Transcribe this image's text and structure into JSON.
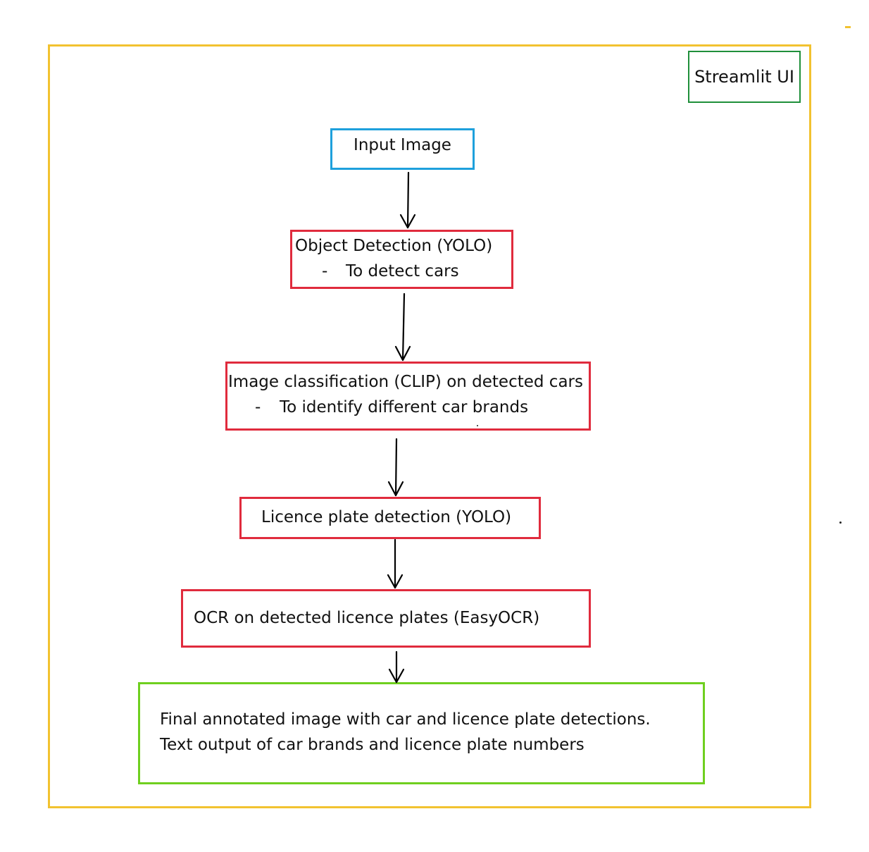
{
  "colors": {
    "frame": "#f2c230",
    "blue": "#1ea0dc",
    "red": "#e02b3d",
    "green_dark": "#1f8f3a",
    "green_bright": "#6fcf1f",
    "arrow": "#000000"
  },
  "header": {
    "streamlit_label": "Streamlit UI"
  },
  "nodes": {
    "input": {
      "label": "Input Image"
    },
    "object_detection": {
      "title": "Object Detection (YOLO)",
      "bullet": "-",
      "detail": "To detect cars"
    },
    "image_classification": {
      "title": "Image classification (CLIP) on detected cars",
      "bullet": "-",
      "detail": "To identify different car brands"
    },
    "licence_plate_detection": {
      "label": "Licence plate detection (YOLO)"
    },
    "ocr": {
      "label": "OCR on detected licence plates (EasyOCR)"
    },
    "final": {
      "line1": "Final annotated image with car and licence plate detections.",
      "line2": "Text output of car brands and licence plate numbers"
    }
  }
}
